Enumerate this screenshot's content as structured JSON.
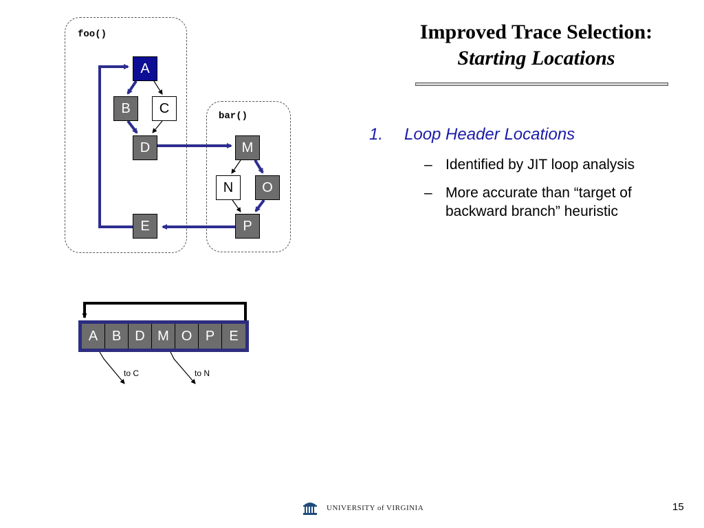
{
  "slide": {
    "title": "Improved Trace Selection:",
    "subtitle": "Starting Locations",
    "page_number": "15",
    "footer": "UNIVERSITY of VIRGINIA"
  },
  "bullets": {
    "main_number": "1.",
    "main_text": "Loop Header Locations",
    "subs": [
      {
        "dash": "–",
        "text": "Identified by JIT loop analysis"
      },
      {
        "dash": "–",
        "text": "More accurate than “target of backward branch” heuristic"
      }
    ]
  },
  "diagram": {
    "functions": {
      "foo": "foo()",
      "bar": "bar()"
    },
    "nodes": {
      "A": "A",
      "B": "B",
      "C": "C",
      "D": "D",
      "E": "E",
      "M": "M",
      "N": "N",
      "O": "O",
      "P": "P"
    },
    "trace": [
      "A",
      "B",
      "D",
      "M",
      "O",
      "P",
      "E"
    ],
    "exits": [
      "to C",
      "to N"
    ]
  },
  "colors": {
    "highlight_edge": "#2d2d8f",
    "header_node": "#0d0d96",
    "trace_node": "#6d6d6d",
    "bullet_blue": "#1b1ba8"
  }
}
